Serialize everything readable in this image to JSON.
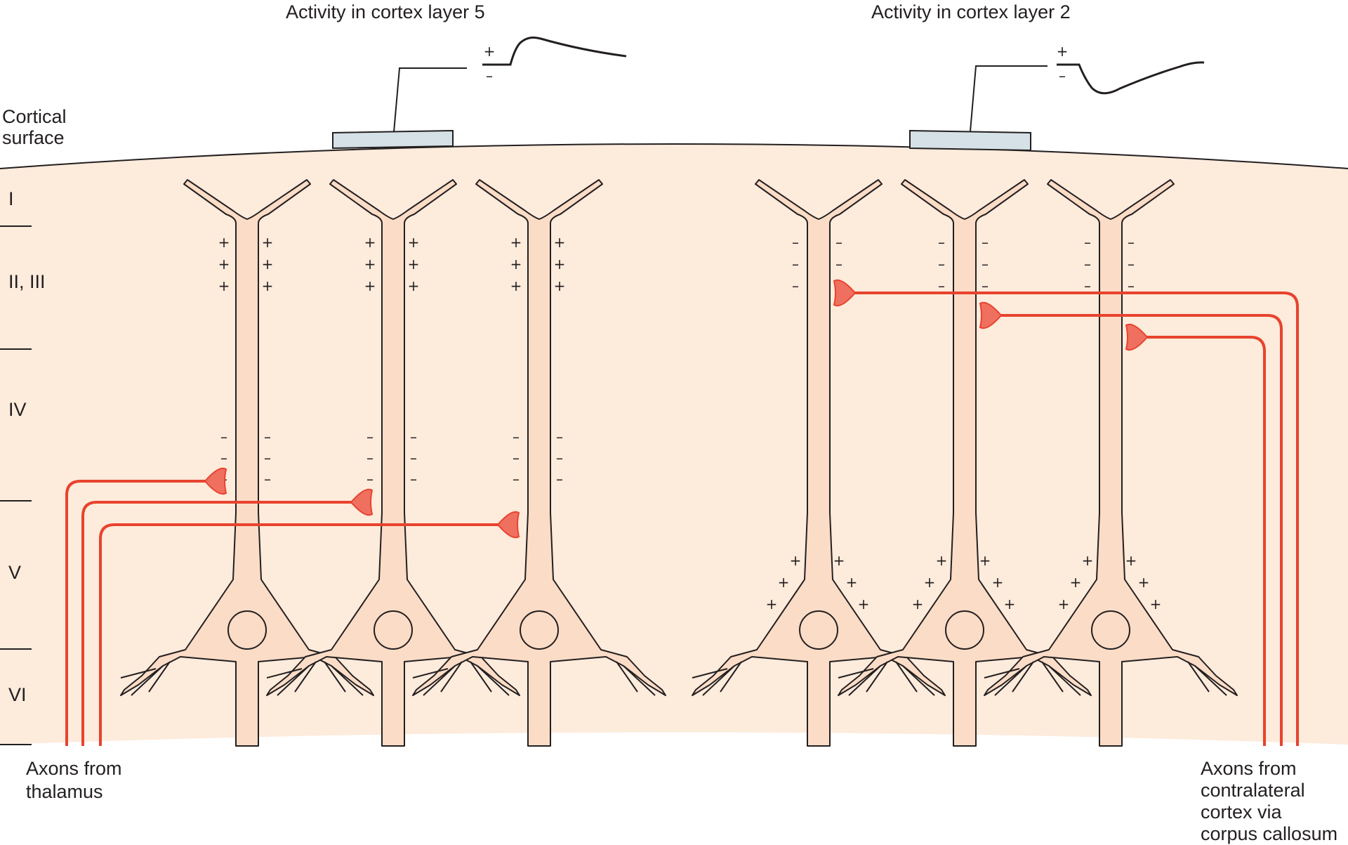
{
  "titles": {
    "left_recording": "Activity in cortex layer 5",
    "right_recording": "Activity in cortex layer 2"
  },
  "surface_label": [
    "Cortical",
    "surface"
  ],
  "layers": [
    "I",
    "II, III",
    "IV",
    "V",
    "VI"
  ],
  "thalamus_label": [
    "Axons from",
    "thalamus"
  ],
  "callosum_label": [
    "Axons from",
    "contralateral",
    "cortex via",
    "corpus callosum"
  ],
  "signs": {
    "plus": "+",
    "minus": "–"
  },
  "colors": {
    "cortex_fill": "#fdebdc",
    "neuron_fill": "#fbdcc6",
    "axon": "#e8432e",
    "terminal": "#f07060",
    "electrode": "#d5e1e6",
    "line": "#231f20"
  },
  "left_neurons": {
    "apical_dendrite_charge": "positive",
    "layer_IV_charge": "negative"
  },
  "right_neurons": {
    "apical_dendrite_charge": "negative",
    "layer_V_charge": "positive"
  }
}
